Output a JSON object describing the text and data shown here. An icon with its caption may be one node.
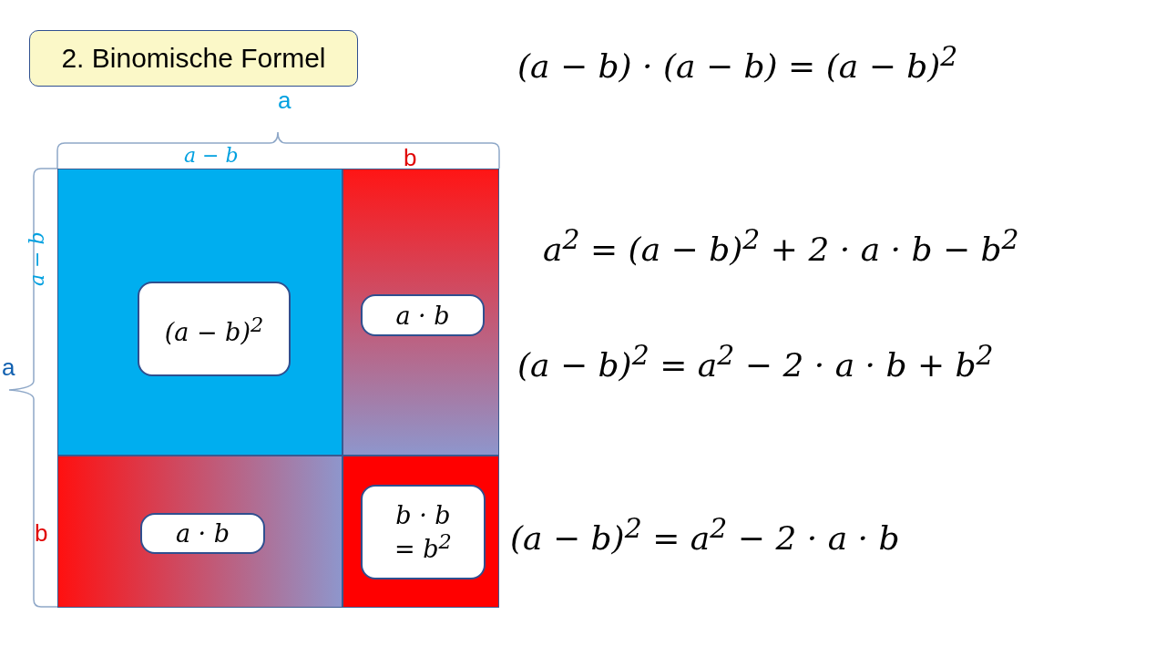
{
  "diagram": {
    "title": "2. Binomische Formel",
    "nodes": [
      {
        "text": [
          "(a − b)$^{2}$"
        ]
      },
      {
        "text": [
          "a · b"
        ]
      },
      {
        "text": [
          "a · b"
        ]
      },
      {
        "text": [
          "b · b = b$^{2}$"
        ]
      }
    ],
    "labels": [
      "a",
      "a − b",
      "b",
      "a − b",
      "a",
      "b",
      "(a − b) · (a − b) = (a − b)$^{2}$",
      "a$^{2}$ = (a − b)$^{2}$ + 2 · a · b − b$^{2}$",
      "(a − b)$^{2}$ = a$^{2}$ − 2 · a · b + b$^{2}$",
      "(a − b)$^{2}$ = a$^{2}$ − 2 · a · b"
    ]
  }
}
